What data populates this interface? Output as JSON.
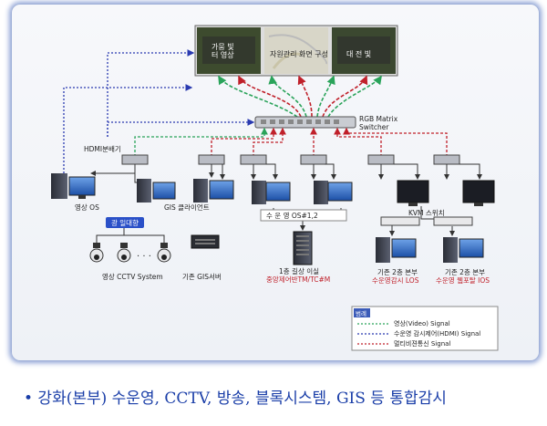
{
  "video_wall": {
    "left_text": "가뭄 빛\n터 영상",
    "center_text": "자원관리 화면 구성",
    "right_text": "대 전 빛"
  },
  "matrix": {
    "label": "RGB Matrix\nSwitcher"
  },
  "labels": {
    "hdmi_splitter": "HDMI분배기",
    "video_os": "영상 OS",
    "gwangju_dam": "광 일대향",
    "cctv_system": "영상 CCTV System",
    "gis_client": "GIS 클라이언트",
    "gis_server": "기존 GIS서버",
    "water_os": "수 운 영   OS#1,2",
    "server_room": "1층 길상 이실\n중앙제어반TM/TC#M",
    "kvm_switch": "KVM 스위치",
    "kvm_left": "기존 2층 본부\n수운영감시 LOS",
    "kvm_right": "기존 2층 본부\n수운영 웹포탈 IOS"
  },
  "legend": {
    "title": "범례",
    "items": [
      {
        "label": "영상(Video) Signal",
        "color": "#2aa35a"
      },
      {
        "label": "수운영 감시제어(HDMI) Signal",
        "color": "#2a3ab0"
      },
      {
        "label": "멀티비젼통신 Signal",
        "color": "#c0202a"
      }
    ]
  },
  "caption": "•  강화(본부) 수운영, CCTV, 방송, 블록시스템, GIS 등 통합감시"
}
